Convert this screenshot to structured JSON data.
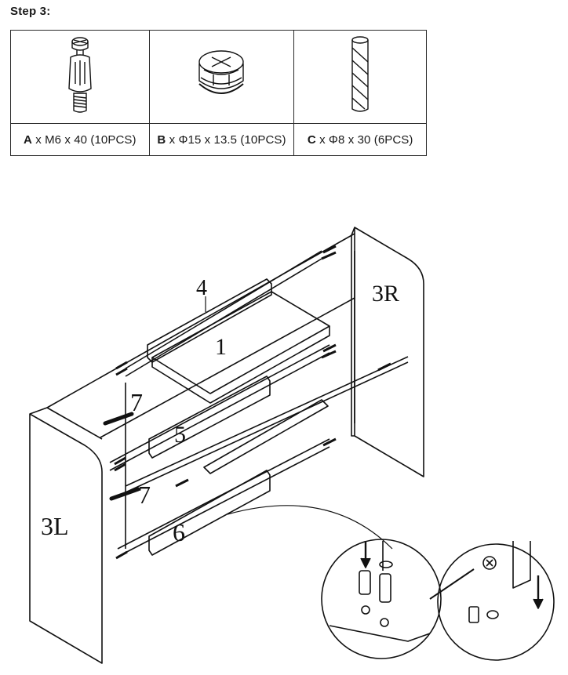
{
  "step": {
    "title": "Step 3:"
  },
  "parts": [
    {
      "code": "A",
      "spec": "x M6 x 40 (10PCS)",
      "icon": "cam-bolt-icon"
    },
    {
      "code": "B",
      "spec": "x Φ15 x 13.5 (10PCS)",
      "icon": "cam-lock-icon"
    },
    {
      "code": "C",
      "spec": "x Φ8 x 30 (6PCS)",
      "icon": "wood-dowel-icon"
    }
  ],
  "panel_labels": {
    "shelf_top": "4",
    "shelf_mid": "1",
    "side_right": "3R",
    "side_left": "3L",
    "rail_upper": "5",
    "rail_lower": "6",
    "arrow_upper": "7",
    "arrow_lower": "7"
  }
}
